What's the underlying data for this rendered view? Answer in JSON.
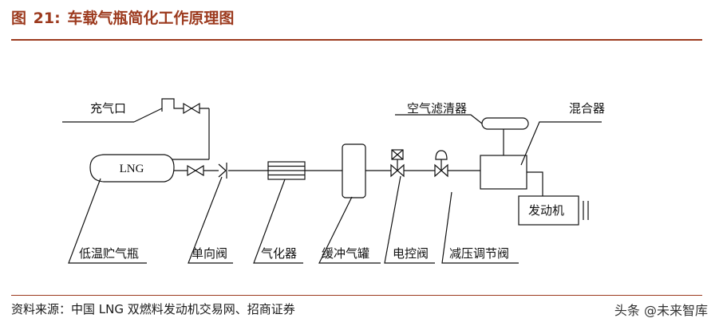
{
  "header": {
    "figure_label": "图",
    "figure_number": "21:",
    "figure_title": "车载气瓶简化工作原理图"
  },
  "diagram": {
    "labels": {
      "fill_port": "充气口",
      "lng_tank_inner": "LNG",
      "air_filter": "空气滤清器",
      "mixer": "混合器",
      "engine": "发动机",
      "cryo_tank": "低温贮气瓶",
      "check_valve": "单向阀",
      "vaporizer": "气化器",
      "buffer_tank": "缓冲气罐",
      "solenoid_valve": "电控阀",
      "pressure_regulator": "减压调节阀"
    }
  },
  "footer": {
    "source": "资料来源：中国 LNG 双燃料发动机交易网、招商证券",
    "watermark": "头条 @未来智库"
  }
}
